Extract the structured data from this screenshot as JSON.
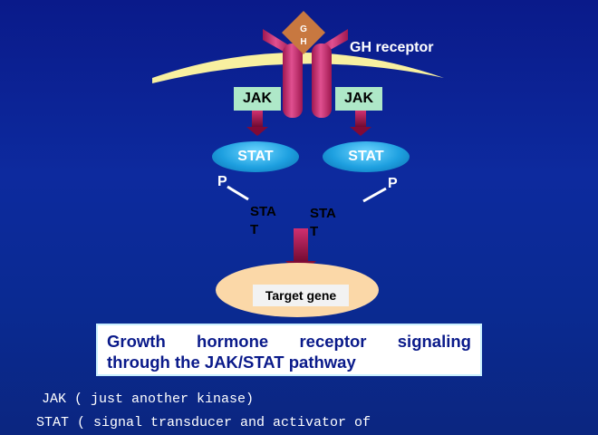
{
  "receptor_label": "GH receptor",
  "hormone_label": "G H",
  "jak_left": "JAK",
  "jak_right": "JAK",
  "stat_left": "STAT",
  "stat_right": "STAT",
  "p_left": "P",
  "p_right": "P",
  "stat_free_left": "STA T",
  "stat_free_right": "STA T",
  "target_gene": "Target gene",
  "caption": {
    "line1_words": [
      "Growth",
      "hormone",
      "receptor",
      "signaling"
    ],
    "line2": "through the JAK/STAT pathway"
  },
  "notes": {
    "jak": "JAK ( just another kinase)",
    "stat": "STAT ( signal transducer and activator of"
  },
  "colors": {
    "receptor": "#c8306a",
    "hormone": "#c87840",
    "membrane": "#f8f0a0",
    "jak_box": "#aee8c8",
    "stat": "#1ea0e0",
    "arrow": "#a0104a",
    "target": "#fbd8a8"
  }
}
